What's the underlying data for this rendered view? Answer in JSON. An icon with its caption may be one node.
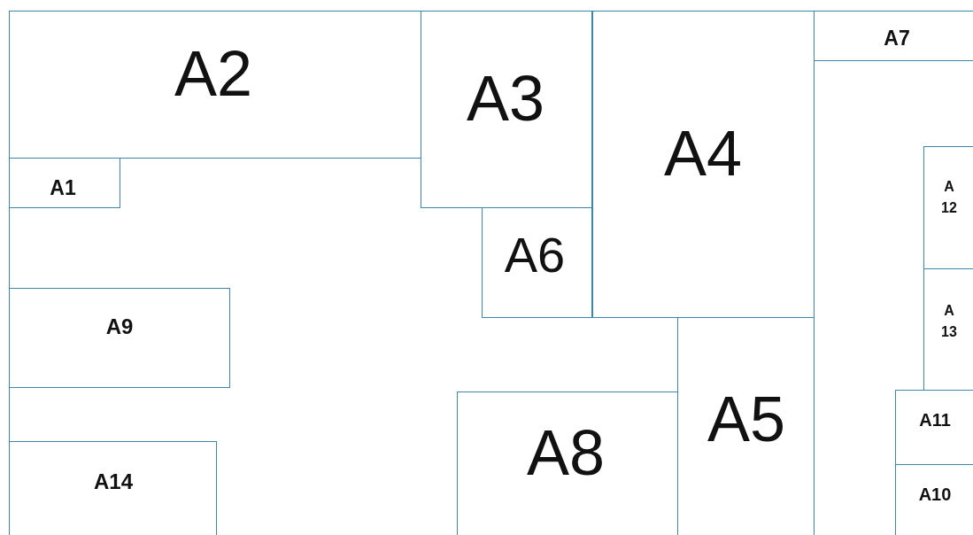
{
  "diagram": {
    "nodes": [
      {
        "text": [
          "A2"
        ]
      },
      {
        "text": [
          "A3"
        ]
      },
      {
        "text": [
          "A4"
        ]
      },
      {
        "text": [
          "A7"
        ]
      },
      {
        "text": [
          "A1"
        ]
      },
      {
        "text": [
          "A12"
        ]
      },
      {
        "text": [
          "A6"
        ]
      },
      {
        "text": [
          "A9"
        ]
      },
      {
        "text": [
          "A13"
        ]
      },
      {
        "text": [
          "A5"
        ]
      },
      {
        "text": [
          "A11"
        ]
      },
      {
        "text": [
          "A8"
        ]
      },
      {
        "text": [
          "A14"
        ]
      },
      {
        "text": [
          "A10"
        ]
      }
    ]
  }
}
